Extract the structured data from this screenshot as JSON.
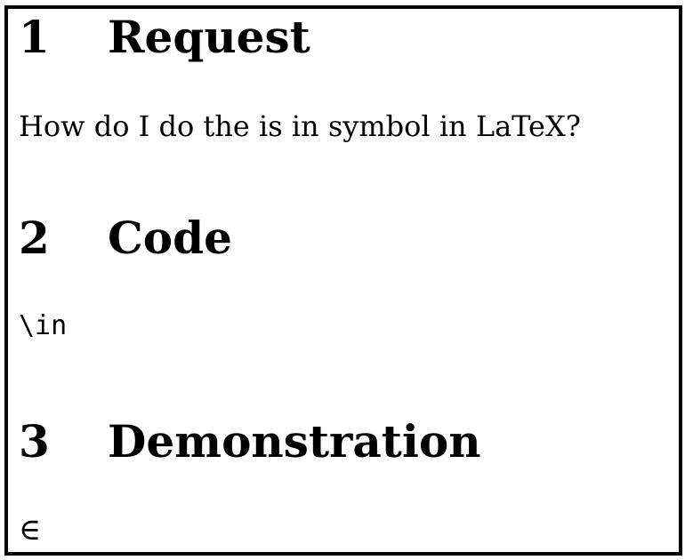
{
  "sections": [
    {
      "number": "1",
      "title": "Request",
      "body": "How do I do the is in symbol in LaTeX?"
    },
    {
      "number": "2",
      "title": "Code",
      "body": "\\in"
    },
    {
      "number": "3",
      "title": "Demonstration",
      "body": "∈"
    }
  ]
}
